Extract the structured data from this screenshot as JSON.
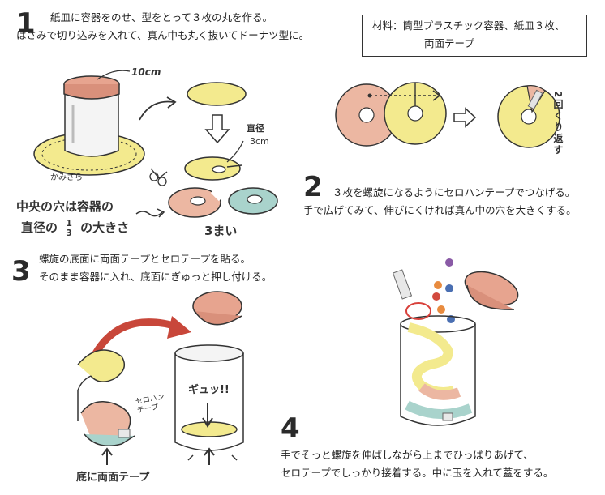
{
  "materials": {
    "line1": "材料：筒型プラスチック容器、紙皿３枚、",
    "line2": "両面テープ"
  },
  "steps": [
    {
      "number": "1",
      "line1": "紙皿に容器をのせ、型をとって３枚の丸を作る。",
      "line2": "はさみで切り込みを入れて、真ん中も丸く抜いてドーナツ型に。"
    },
    {
      "number": "2",
      "line1": "３枚を螺旋になるようにセロハンテープでつなげる。",
      "line2": "手で広げてみて、伸びにくければ真ん中の穴を大きくする。"
    },
    {
      "number": "3",
      "line1": "螺旋の底面に両面テープとセロテープを貼る。",
      "line2": "そのまま容器に入れ、底面にぎゅっと押し付ける。"
    },
    {
      "number": "4",
      "line1": "手でそっと螺旋を伸ばしながら上までひっぱりあげて、",
      "line2": "セロテープでしっかり接着する。中に玉を入れて蓋をする。"
    }
  ],
  "annotations": {
    "size_10cm": "10cm",
    "paper_plate": "かみざら",
    "diameter_label": "直径",
    "diameter_value": "3cm",
    "hole_note_line1": "中央の穴は容器の",
    "hole_note_line2_pre": "直径の",
    "hole_note_fraction_num": "1",
    "hole_note_fraction_den": "3",
    "hole_note_line2_post": "の大きさ",
    "three_pieces": "3まい",
    "twice_fold": "2回くり返す",
    "cellophane_tape": "セロハンテープ",
    "squeeze": "ギュッ!!",
    "double_tape_bottom": "底に両面テープ"
  },
  "colors": {
    "yellow": "#f3ea8e",
    "pink": "#ecb7a2",
    "teal": "#a9d3cc",
    "lid": "#e7a48f",
    "lid_rim": "#d9907b",
    "arrow_red": "#c8473a",
    "ball_orange": "#e88b3f",
    "ball_blue": "#4a6fb2",
    "ball_purple": "#8a5aa6",
    "ball_red": "#d24a3e",
    "ring_red": "#d8403a"
  }
}
